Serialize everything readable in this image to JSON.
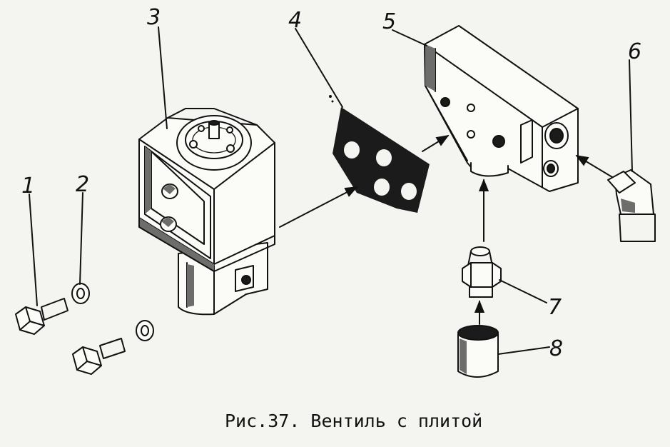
{
  "figure": {
    "caption": "Рис.37. Вентиль с плитой",
    "part_labels": [
      "1",
      "2",
      "3",
      "4",
      "5",
      "6",
      "7",
      "8"
    ]
  },
  "parts": {
    "p1": "bolt",
    "p2": "washer",
    "p3": "solenoid-valve",
    "p4": "gasket",
    "p5": "plate",
    "p6": "elbow-fitting",
    "p7": "nipple",
    "p8": "cap-nut"
  }
}
